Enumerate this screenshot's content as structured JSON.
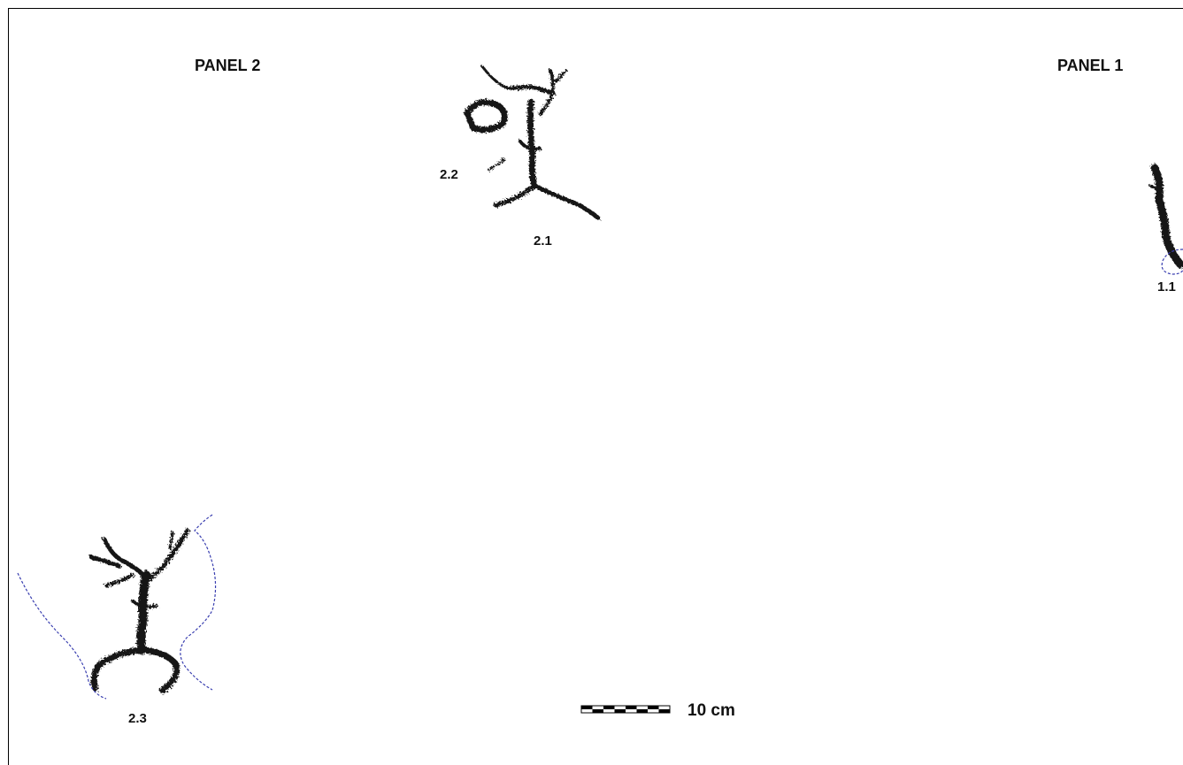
{
  "panels": {
    "panel_2": "PANEL 2",
    "panel_1": "PANEL 1"
  },
  "figures": {
    "fig_2_1": "2.1",
    "fig_2_2": "2.2",
    "fig_2_3": "2.3",
    "fig_1_1": "1.1"
  },
  "scale_bar": {
    "label": "10 cm",
    "segments": 8
  },
  "colors": {
    "ink": "#111111",
    "outline": "#3a3fb0"
  }
}
